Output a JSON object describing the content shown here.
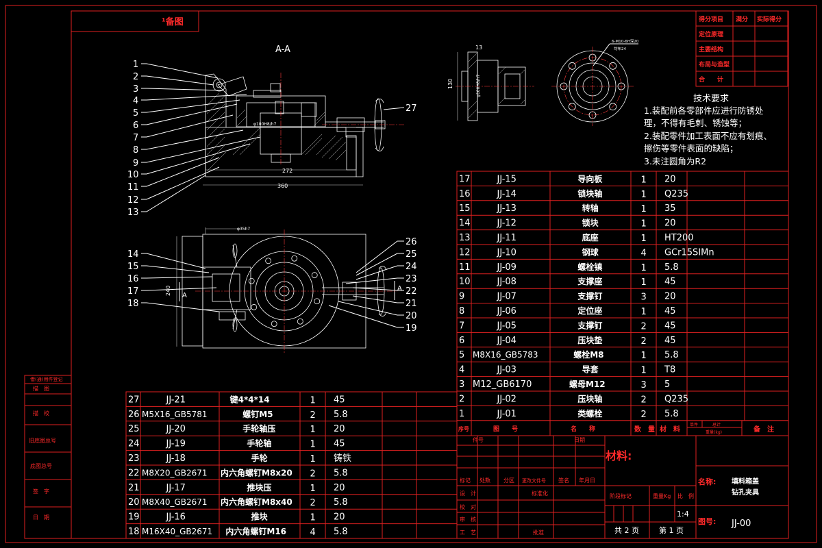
{
  "drawing": {
    "corner_tag": "¹备图",
    "section_label": "A-A",
    "view_arrow_label": "A",
    "dim_272": "272",
    "dim_360": "360",
    "dim_240": "240",
    "dim_130": "130",
    "dim_13": "13",
    "dim_phi": "φ35h7",
    "bore_note": "6-M10-6H深20",
    "bore_note2": "均布24",
    "shaft_fit": "φ100H8/h7",
    "balloons_left": [
      "1",
      "2",
      "3",
      "4",
      "5",
      "6",
      "7",
      "8",
      "9",
      "10",
      "11",
      "12",
      "13"
    ],
    "balloons_mid_left": [
      "14",
      "15",
      "16",
      "17",
      "18"
    ],
    "balloons_right": [
      "26",
      "25",
      "24",
      "23",
      "22",
      "21",
      "20",
      "19"
    ],
    "balloon_27": "27"
  },
  "score_table": {
    "headers": [
      "得分项目",
      "满分",
      "实际得分"
    ],
    "rows": [
      "定位原理",
      "主要结构",
      "布局与造型",
      "合　　计"
    ]
  },
  "tech_requirements": {
    "title": "技术要求",
    "lines": [
      "1.装配前各零部件应进行防锈处",
      "理，不得有毛刺、锈蚀等；",
      "2.装配零件加工表面不应有划痕、",
      "擦伤等零件表面的缺陷；",
      "3.未注圆角为R2"
    ]
  },
  "parts_right": [
    [
      "17",
      "JJ-15",
      "导向板",
      "1",
      "20"
    ],
    [
      "16",
      "JJ-14",
      "锁块轴",
      "1",
      "Q235"
    ],
    [
      "15",
      "JJ-13",
      "转轴",
      "1",
      "35"
    ],
    [
      "14",
      "JJ-12",
      "锁块",
      "1",
      "20"
    ],
    [
      "13",
      "JJ-11",
      "底座",
      "1",
      "HT200"
    ],
    [
      "12",
      "JJ-10",
      "钢球",
      "4",
      "GCr15SIMn"
    ],
    [
      "11",
      "JJ-09",
      "螺栓镇",
      "1",
      "5.8"
    ],
    [
      "10",
      "JJ-08",
      "支撑座",
      "1",
      "45"
    ],
    [
      "9",
      "JJ-07",
      "支撑钉",
      "3",
      "20"
    ],
    [
      "8",
      "JJ-06",
      "定位座",
      "1",
      "45"
    ],
    [
      "7",
      "JJ-05",
      "支撑钉",
      "2",
      "45"
    ],
    [
      "6",
      "JJ-04",
      "压块垫",
      "2",
      "45"
    ],
    [
      "5",
      "M8X16_GB5783",
      "螺栓M8",
      "1",
      "5.8"
    ],
    [
      "4",
      "JJ-03",
      "导套",
      "1",
      "T8"
    ],
    [
      "3",
      "M12_GB6170",
      "螺母M12",
      "3",
      "5"
    ],
    [
      "2",
      "JJ-02",
      "压块轴",
      "2",
      "Q235"
    ],
    [
      "1",
      "JJ-01",
      "类螺栓",
      "2",
      "5.8"
    ]
  ],
  "parts_left": [
    [
      "27",
      "JJ-21",
      "键4*4*14",
      "1",
      "45"
    ],
    [
      "26",
      "M5X16_GB5781",
      "螺钉M5",
      "2",
      "5.8"
    ],
    [
      "25",
      "JJ-20",
      "手轮轴压",
      "1",
      "20"
    ],
    [
      "24",
      "JJ-19",
      "手轮轴",
      "1",
      "45"
    ],
    [
      "23",
      "JJ-18",
      "手轮",
      "1",
      "铸铁"
    ],
    [
      "22",
      "M8X20_GB2671",
      "内六角螺钉M8x20",
      "2",
      "5.8"
    ],
    [
      "21",
      "JJ-17",
      "推块压",
      "1",
      "20"
    ],
    [
      "20",
      "M8X40_GB2671",
      "内六角螺钉M8x40",
      "2",
      "5.8"
    ],
    [
      "19",
      "JJ-16",
      "推块",
      "1",
      "20"
    ],
    [
      "18",
      "M16X40_GB2671",
      "内六角螺钉M16",
      "4",
      "5.8"
    ]
  ],
  "parts_header": {
    "seq": "序号",
    "code": "图　　号",
    "name": "名　　称",
    "qty": "数　量",
    "mat": "材　料",
    "single": "单件",
    "total": "总计",
    "weight": "重量(kg)",
    "remark": "备　注"
  },
  "title_block": {
    "material_label": "材料:",
    "name_label": "名称:",
    "name_line1": "填料箱盖",
    "name_line2": "钻孔夹具",
    "drawing_no_label": "图号:",
    "drawing_no": "JJ-00",
    "scale": "1:4",
    "sheets_total": "共 2 页",
    "sheet_no": "第 1 页",
    "row_labels": [
      "标记",
      "处数",
      "分区",
      "更改文件号",
      "签名",
      "年月日"
    ],
    "left_labels": [
      "设　计",
      "校　对",
      "审　核",
      "工　艺"
    ],
    "mid_labels": [
      "标准化",
      "批准"
    ],
    "stage_labels": [
      "阶段标记",
      "重量Kg",
      "比　例"
    ],
    "top_labels": [
      "件号",
      "日期"
    ]
  },
  "side_strip": [
    "借(通)用件登记",
    "旧底图总号",
    "底图总号",
    "签　字",
    "日　期",
    "描　图",
    "描　校"
  ]
}
